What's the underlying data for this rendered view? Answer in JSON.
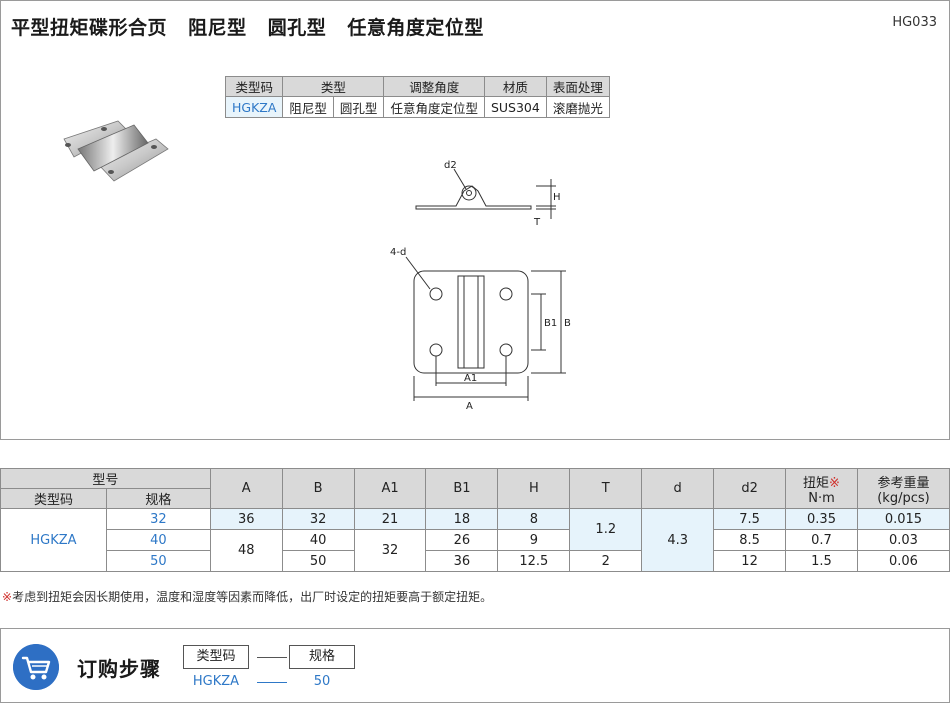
{
  "header": {
    "title": "平型扭矩碟形合页 阻尼型 圆孔型 任意角度定位型",
    "code": "HG033"
  },
  "type_table": {
    "headers": [
      "类型码",
      "类型",
      "调整角度",
      "材质",
      "表面处理"
    ],
    "row": [
      "HGKZA",
      "阻尼型",
      "圆孔型",
      "任意角度定位型",
      "SUS304",
      "滚磨抛光"
    ]
  },
  "drawing": {
    "d2": "d2",
    "H": "H",
    "T": "T",
    "four_d": "4-d",
    "B1": "B1",
    "B": "B",
    "A1": "A1",
    "A": "A"
  },
  "spec_table": {
    "group_header": "型号",
    "sub_headers": [
      "类型码",
      "规格"
    ],
    "col_headers": [
      "A",
      "B",
      "A1",
      "B1",
      "H",
      "T",
      "d",
      "d2"
    ],
    "torque_header": "扭矩",
    "torque_mark": "※",
    "torque_unit": "N·m",
    "weight_header": "参考重量",
    "weight_unit": "(kg/pcs)",
    "type_code": "HGKZA",
    "rows": [
      {
        "spec": "32",
        "A": "36",
        "B": "32",
        "A1": "21",
        "B1": "18",
        "H": "8",
        "d2": "7.5",
        "torque": "0.35",
        "weight": "0.015"
      },
      {
        "spec": "40",
        "B": "40",
        "B1": "26",
        "H": "9",
        "d2": "8.5",
        "torque": "0.7",
        "weight": "0.03"
      },
      {
        "spec": "50",
        "B": "50",
        "B1": "36",
        "H": "12.5",
        "T": "2",
        "d2": "12",
        "torque": "1.5",
        "weight": "0.06"
      }
    ],
    "merged": {
      "A_40_50": "48",
      "A1_40_50": "32",
      "T_32_40": "1.2",
      "d_all": "4.3"
    }
  },
  "note": {
    "mark": "※",
    "text": "考虑到扭矩会因长期使用，温度和湿度等因素而降低，出厂时设定的扭矩要高于额定扭矩。"
  },
  "order": {
    "title": "订购步骤",
    "box1": "类型码",
    "box2": "规格",
    "val1": "HGKZA",
    "val2": "50"
  },
  "colors": {
    "accent_blue": "#2e78c7",
    "header_gray": "#d9d9d9",
    "cell_blue": "#e6f3fb",
    "cart_blue": "#2e6fc4",
    "note_red": "#d0312d"
  },
  "icons": [
    "shopping-cart-icon"
  ]
}
